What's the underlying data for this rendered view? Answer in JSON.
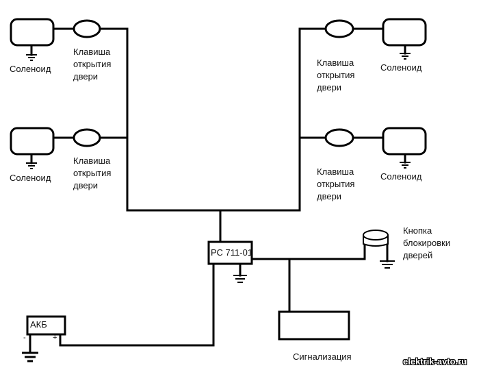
{
  "labels": {
    "solenoid": "Соленоид",
    "door_switch_line1": "Клавиша",
    "door_switch_line2": "открытия",
    "door_switch_line3": "двери",
    "relay": "РС 711-01",
    "battery": "АКБ",
    "battery_minus": "-",
    "battery_plus": "+",
    "lock_button_line1": "Кнопка",
    "lock_button_line2": "блокировки",
    "lock_button_line3": "дверей",
    "alarm": "Сигнализация"
  },
  "watermark": "elektrik-avto.ru",
  "colors": {
    "line": "#000000",
    "text": "#111111",
    "background": "#ffffff"
  }
}
